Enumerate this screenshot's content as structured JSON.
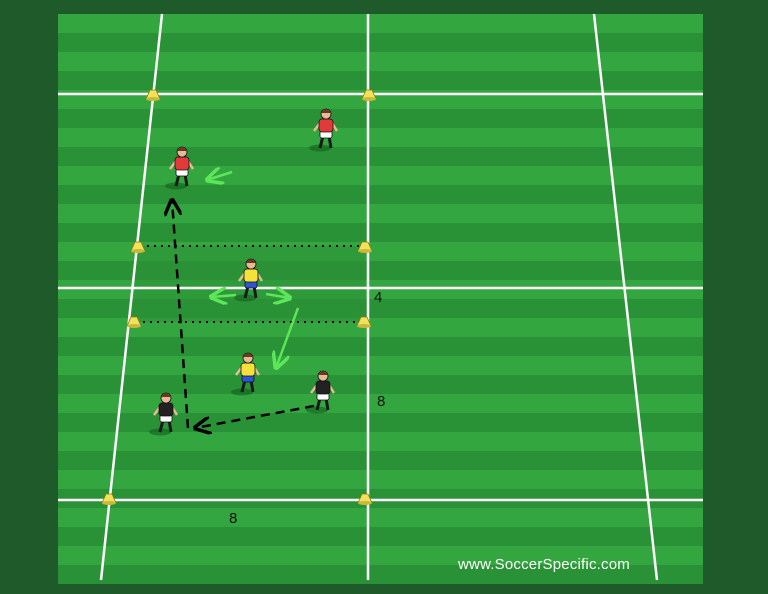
{
  "colors": {
    "border": "#1e5a2a",
    "stripe_light": "#33a63f",
    "stripe_dark": "#2a9236",
    "lines": "#ffffff",
    "cone": "#f2e15a",
    "team_red": "#e23a3a",
    "team_yellow": "#f4e23a",
    "team_black": "#222222",
    "movement_arrow": "#5ee65a",
    "pass_arrow": "#000000"
  },
  "labels": {
    "zone_width": "4",
    "area_length": "8",
    "area_width": "8"
  },
  "watermark": "www.SoccerSpecific.com",
  "players": [
    {
      "team": "red",
      "role": "attacker"
    },
    {
      "team": "red",
      "role": "attacker"
    },
    {
      "team": "yellow",
      "role": "defender"
    },
    {
      "team": "yellow",
      "role": "defender"
    },
    {
      "team": "black",
      "role": "server"
    },
    {
      "team": "black",
      "role": "server"
    }
  ],
  "icons": [
    "cone-icon",
    "player-icon",
    "arrow-icon"
  ]
}
